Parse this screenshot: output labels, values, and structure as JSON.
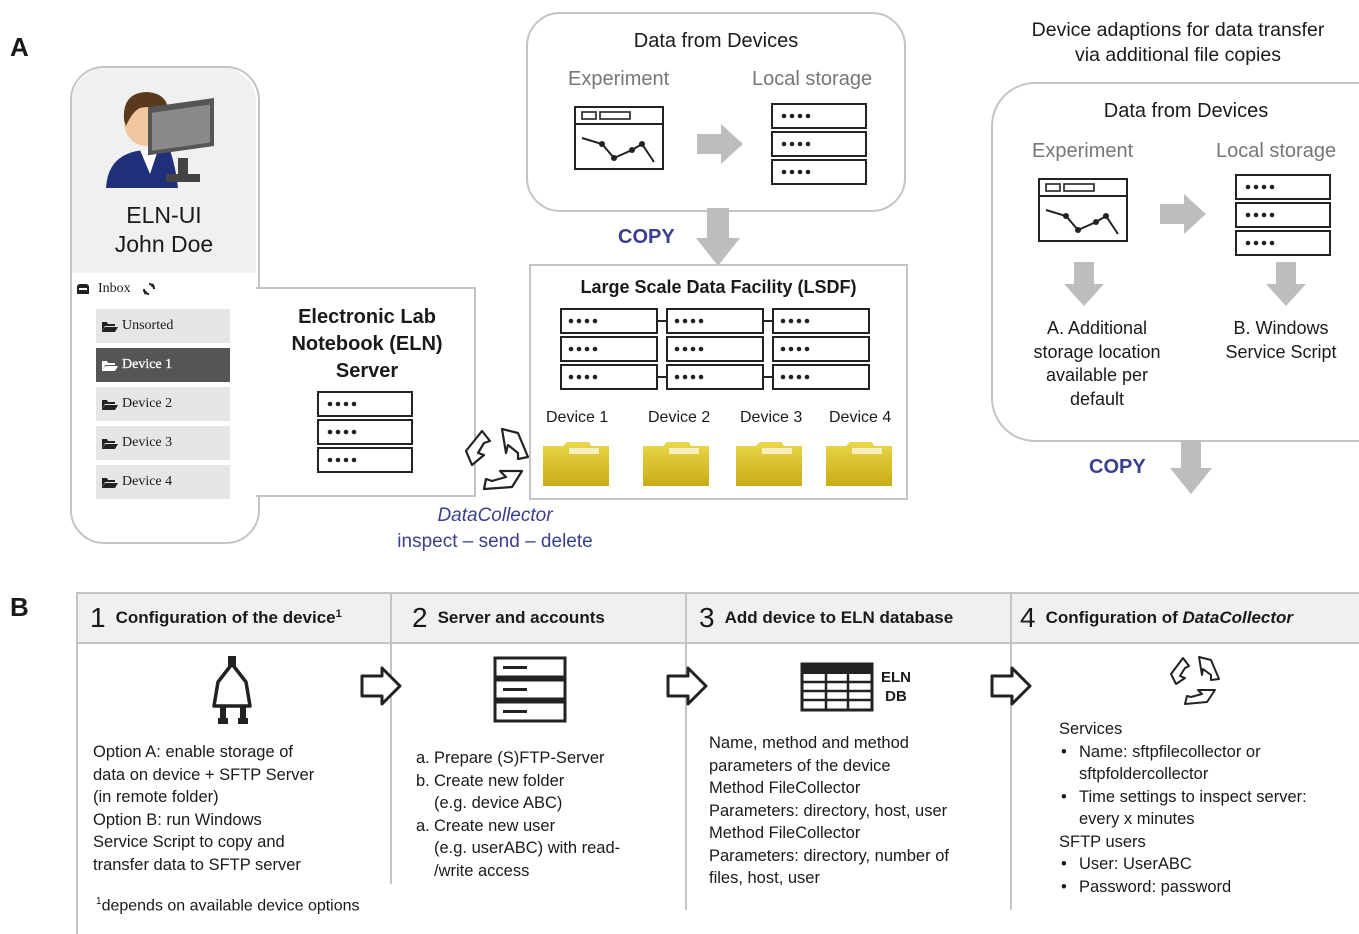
{
  "panel_a": {
    "letter": "A",
    "eln_ui": {
      "title_line1": "ELN-UI",
      "title_line2": "John Doe",
      "inbox_label": "Inbox",
      "items": [
        "Unsorted",
        "Device 1",
        "Device 2",
        "Device 3",
        "Device 4"
      ],
      "active_item": "Device 1"
    },
    "eln_server": {
      "line1": "Electronic Lab",
      "line2": "Notebook (ELN)",
      "line3": "Server"
    },
    "data_from_devices": {
      "title": "Data from Devices",
      "experiment": "Experiment",
      "local_storage": "Local storage"
    },
    "copy_label": "COPY",
    "lsdf": {
      "title": "Large Scale Data Facility (LSDF)",
      "devices": [
        "Device 1",
        "Device 2",
        "Device 3",
        "Device 4"
      ]
    },
    "datacollector": {
      "name": "DataCollector",
      "steps": "inspect – send – delete"
    },
    "adaptions": {
      "heading_line1": "Device adaptions for data transfer",
      "heading_line2": "via additional file copies",
      "title": "Data from Devices",
      "experiment": "Experiment",
      "local_storage": "Local storage",
      "option_a_lines": [
        "A. Additional",
        "storage location",
        "available per",
        "default"
      ],
      "option_b_lines": [
        "B. Windows",
        "Service Script"
      ],
      "copy_label": "COPY"
    }
  },
  "panel_b": {
    "letter": "B",
    "steps": [
      {
        "num": "1",
        "title": "Configuration of the device",
        "superscript": "1",
        "lines": [
          "Option A: enable storage of",
          "data on device + SFTP Server",
          "(in remote folder)",
          "Option B: run Windows",
          "Service Script to copy and",
          "transfer data to SFTP server"
        ]
      },
      {
        "num": "2",
        "title": "Server and accounts",
        "items": [
          {
            "marker": "a.",
            "lines": [
              "Prepare (S)FTP-Server"
            ]
          },
          {
            "marker": "b.",
            "lines": [
              "Create new folder",
              "(e.g. device ABC)"
            ]
          },
          {
            "marker": "a.",
            "lines": [
              "Create new user",
              "(e.g. userABC) with read-",
              "/write access"
            ]
          }
        ]
      },
      {
        "num": "3",
        "title": "Add device to ELN database",
        "icon_label_line1": "ELN",
        "icon_label_line2": "DB",
        "lines": [
          "Name, method and method",
          "parameters of the device",
          "Method FileCollector",
          "Parameters: directory, host, user",
          "Method FileCollector",
          "Parameters: directory, number of",
          "files, host, user"
        ]
      },
      {
        "num": "4",
        "title_prefix": "Configuration of ",
        "title_italic": "DataCollector",
        "services_label": "Services",
        "services": [
          {
            "lines": [
              "Name: sftpfilecollector or",
              "sftpfoldercollector"
            ]
          },
          {
            "lines": [
              "Time settings to inspect server:",
              "every x minutes"
            ]
          }
        ],
        "sftp_label": "SFTP users",
        "sftp": [
          {
            "lines": [
              "User: UserABC"
            ]
          },
          {
            "lines": [
              "Password: password"
            ]
          }
        ]
      }
    ],
    "footnote_mark": "1",
    "footnote": "depends on available device options"
  },
  "colors": {
    "accent_blue": "#3a3f8f",
    "folder_yellow": "#d9c12a",
    "arrow_gray": "#bdbdbd",
    "box_border": "#c4c4c4",
    "active_item_bg": "#555555"
  }
}
